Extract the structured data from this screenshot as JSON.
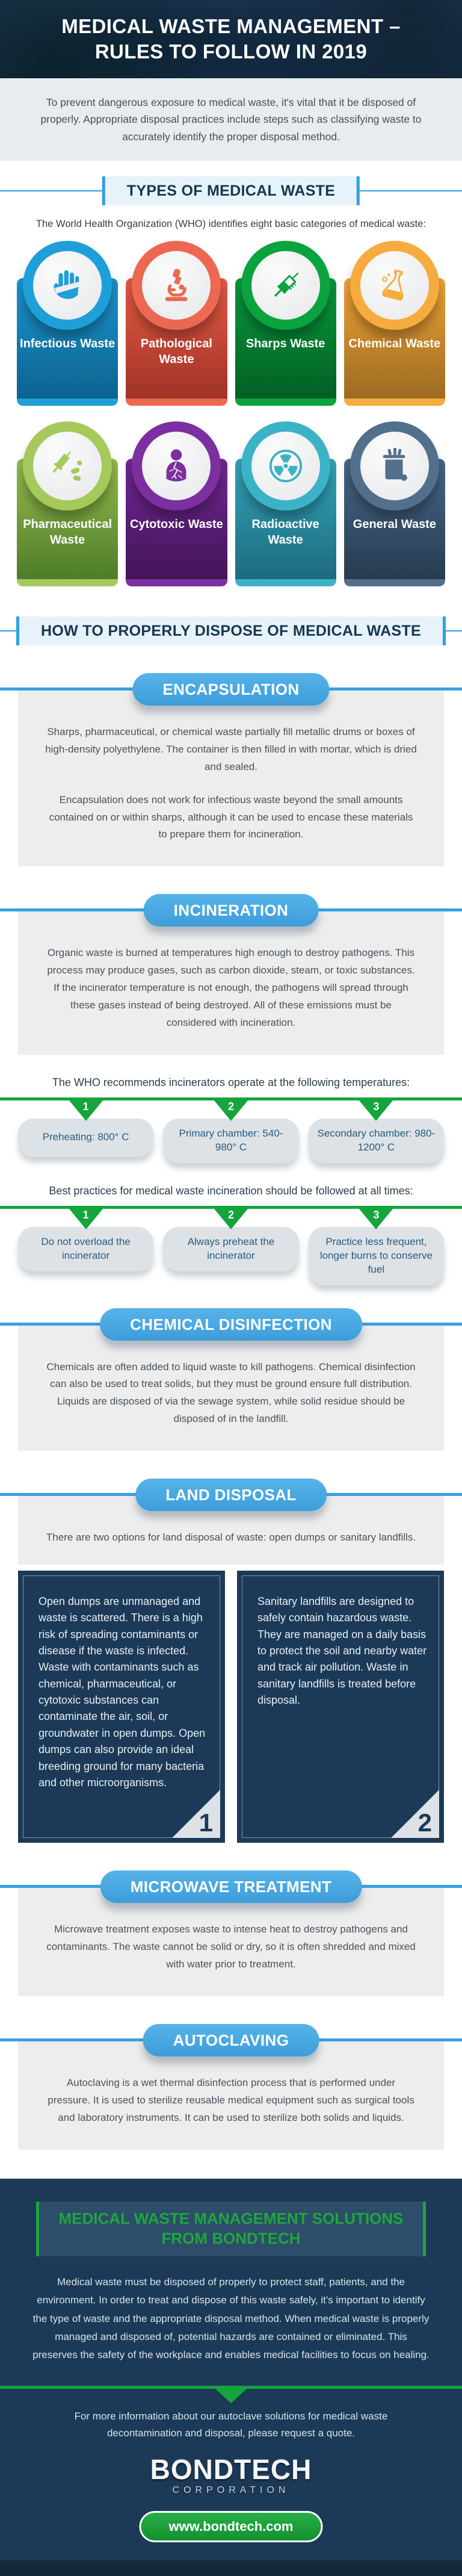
{
  "colors": {
    "accent_blue": "#3aa0e0",
    "pill_blue": "#47a9e2",
    "navy": "#1c3a57",
    "green": "#14a53c",
    "footer_green": "#1fa63c",
    "section_bg": "#ededed",
    "step_pill_bg": "#dde2e7",
    "heading_box_bg": "#e7f3fb"
  },
  "header": {
    "title_line1": "MEDICAL WASTE MANAGEMENT –",
    "title_line2": "RULES TO FOLLOW IN 2019"
  },
  "intro": {
    "text": "To prevent dangerous exposure to medical waste, it's vital that it be disposed of properly. Appropriate disposal practices include steps such as classifying waste to accurately identify the proper disposal method."
  },
  "types": {
    "heading": "TYPES OF MEDICAL WASTE",
    "lead": "The World Health Organization (WHO) identifies eight basic categories of medical waste:",
    "cards": [
      {
        "label": "Infectious Waste",
        "icon": "bandaged-hand-icon",
        "color_ring": "#1f9fd8",
        "color_top": "#1b96d0",
        "color_bottom": "#0d628f"
      },
      {
        "label": "Pathological Waste",
        "icon": "microscope-icon",
        "color_ring": "#ec6850",
        "color_top": "#e55b45",
        "color_bottom": "#a03326"
      },
      {
        "label": "Sharps Waste",
        "icon": "syringe-icon",
        "color_ring": "#0aa33e",
        "color_top": "#0a9a3c",
        "color_bottom": "#015f24"
      },
      {
        "label": "Chemical Waste",
        "icon": "flask-icon",
        "color_ring": "#f5ab3d",
        "color_top": "#efa236",
        "color_bottom": "#9c6b21"
      },
      {
        "label": "Pharmaceutical Waste",
        "icon": "syringe-pills-icon",
        "color_ring": "#a6c95b",
        "color_top": "#96bd4d",
        "color_bottom": "#4f7c2b"
      },
      {
        "label": "Cytotoxic Waste",
        "icon": "broken-person-icon",
        "color_ring": "#7c2fa0",
        "color_top": "#712894",
        "color_bottom": "#431458"
      },
      {
        "label": "Radioactive Waste",
        "icon": "radiation-icon",
        "color_ring": "#3cb2c7",
        "color_top": "#34a5ba",
        "color_bottom": "#1d6b7d"
      },
      {
        "label": "General Waste",
        "icon": "trash-bin-icon",
        "color_ring": "#52708c",
        "color_top": "#486788",
        "color_bottom": "#263c50"
      }
    ]
  },
  "dispose": {
    "heading": "HOW TO PROPERLY DISPOSE OF MEDICAL WASTE",
    "encapsulation": {
      "title": "ENCAPSULATION",
      "p1": "Sharps, pharmaceutical, or chemical waste partially fill metallic drums or boxes of high-density polyethylene. The container is then filled in with mortar, which is dried and sealed.",
      "p2": "Encapsulation does not work for infectious waste beyond the small amounts contained on or within sharps, although it can be used to encase these materials to prepare them for incineration."
    },
    "incineration": {
      "title": "INCINERATION",
      "p1": "Organic waste is burned at temperatures high enough to destroy pathogens. This process may produce gases, such as carbon dioxide, steam, or toxic substances. If the incinerator temperature is not enough, the pathogens will spread through these gases instead of being destroyed. All of these emissions must be considered with incineration.",
      "temps_lead": "The WHO recommends incinerators operate at the following temperatures:",
      "temps": [
        {
          "number": "1",
          "text": "Preheating: 800° C"
        },
        {
          "number": "2",
          "text": "Primary chamber: 540-980° C"
        },
        {
          "number": "3",
          "text": "Secondary chamber: 980-1200° C"
        }
      ],
      "practices_lead": "Best practices for medical waste incineration should be followed at all times:",
      "practices": [
        {
          "number": "1",
          "text": "Do not overload the incinerator"
        },
        {
          "number": "2",
          "text": "Always preheat the incinerator"
        },
        {
          "number": "3",
          "text": "Practice less frequent, longer burns to conserve fuel"
        }
      ]
    },
    "chemical": {
      "title": "CHEMICAL DISINFECTION",
      "p1": "Chemicals are often added to liquid waste to kill pathogens. Chemical disinfection can also be used to treat solids, but they must be ground ensure full distribution. Liquids are disposed of via the sewage system, while solid residue should be disposed of in the landfill."
    },
    "land": {
      "title": "LAND DISPOSAL",
      "lead": "There are two options for land disposal of waste: open dumps or sanitary landfills.",
      "options": [
        {
          "number": "1",
          "text": "Open dumps are unmanaged and waste is scattered. There is a high risk of spreading contaminants or disease if the waste is infected. Waste with contaminants such as chemical, pharmaceutical, or cytotoxic substances can contaminate the air, soil, or groundwater in open dumps. Open dumps can also provide an ideal breeding ground for many bacteria and other microorganisms."
        },
        {
          "number": "2",
          "text": "Sanitary landfills are designed to safely contain hazardous waste. They are managed on a daily basis to protect the soil and nearby water and track air pollution. Waste in sanitary landfills is treated before disposal."
        }
      ]
    },
    "microwave": {
      "title": "MICROWAVE TREATMENT",
      "p1": "Microwave treatment exposes waste to intense heat to destroy pathogens and contaminants. The waste cannot be solid or dry, so it is often shredded and mixed with water prior to treatment."
    },
    "autoclaving": {
      "title": "AUTOCLAVING",
      "p1": "Autoclaving is a wet thermal disinfection process that is performed under pressure. It is used to sterilize reusable medical equipment such as surgical tools and laboratory instruments. It can be used to sterilize both solids and liquids."
    }
  },
  "footer": {
    "heading": "MEDICAL WASTE MANAGEMENT SOLUTIONS FROM BONDTECH",
    "paragraph": "Medical waste must be disposed of properly to protect staff, patients, and the environment. In order to treat and dispose of this waste safely, it's important to identify the type of waste and the appropriate disposal method. When medical waste is properly managed and disposed of, potential hazards are contained or eliminated. This preserves the safety of the workplace and enables medical facilities to focus on healing.",
    "cta": "For more information about our autoclave solutions for medical waste decontamination and disposal, please request a quote.",
    "logo_name": "BONDTECH",
    "logo_subtitle": "CORPORATION",
    "website": "www.bondtech.com"
  }
}
